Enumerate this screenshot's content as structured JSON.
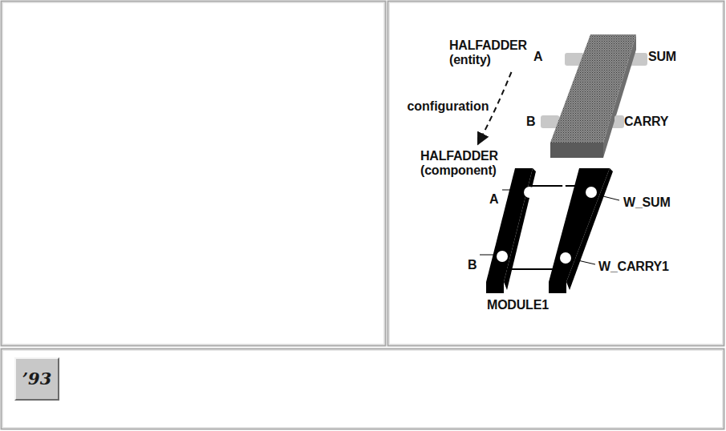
{
  "diagram": {
    "nodes": [
      {
        "text": [
          "HALFADDER (entity)"
        ]
      },
      {
        "text": [
          "HALFADDER (component)"
        ]
      },
      {
        "text": [
          "’93"
        ]
      }
    ],
    "edges": [
      {
        "from": 0,
        "to": 1,
        "arrow": "to",
        "label": "configuration"
      }
    ],
    "labels": [
      "A",
      "SUM",
      "B",
      "CARRY",
      "A",
      "B",
      "W_SUM",
      "W_CARRY1",
      "MODULE1"
    ]
  }
}
